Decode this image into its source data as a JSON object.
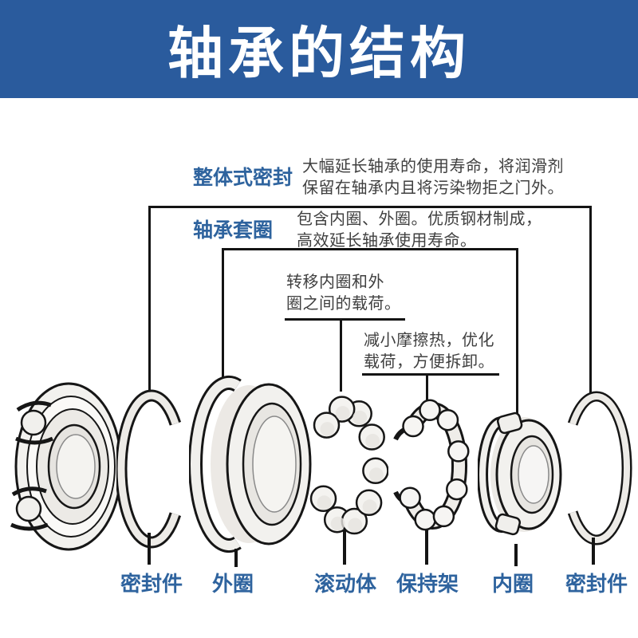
{
  "header": {
    "title": "轴承的结构"
  },
  "colors": {
    "header_bg": "#2a5b9d",
    "header_text": "#ffffff",
    "label_blue": "#2e639e",
    "line_black": "#141414",
    "desc_text": "#3f3f3f"
  },
  "annotations": {
    "seal": {
      "label": "整体式密封",
      "desc": "大幅延长轴承的使用寿命，将润滑剂保留在轴承内且将污染物拒之门外。"
    },
    "rings": {
      "label": "轴承套圈",
      "desc": "包含内圈、外圈。优质钢材制成，高效延长轴承使用寿命。"
    },
    "rolling": {
      "line1": "转移内圈和外",
      "line2": "圈之间的载荷。"
    },
    "cage": {
      "line1": "减小摩擦热，优化",
      "line2": "载荷，方便拆卸。"
    }
  },
  "parts": {
    "seal_left": "密封件",
    "outer_ring": "外圈",
    "rolling_elements": "滚动体",
    "cage": "保持架",
    "inner_ring": "内圈",
    "seal_right": "密封件"
  }
}
